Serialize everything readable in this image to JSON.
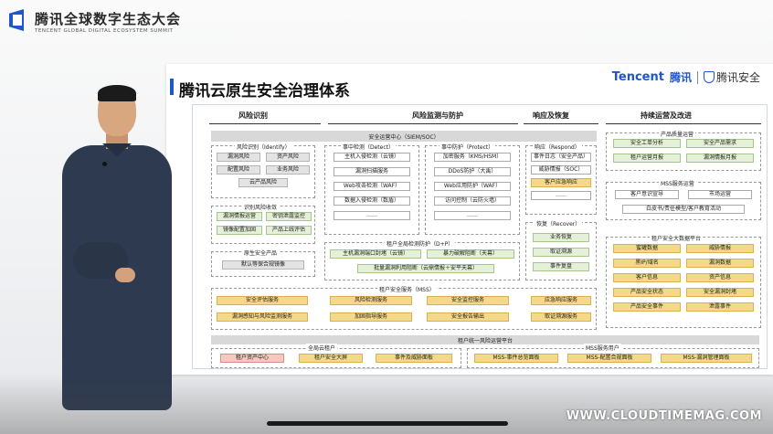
{
  "header": {
    "event_title": "腾讯全球数字生态大会",
    "event_subtitle": "TENCENT GLOBAL DIGITAL ECOSYSTEM SUMMIT"
  },
  "slide": {
    "title": "腾讯云原生安全治理体系",
    "brand_en": "Tencent",
    "brand_cn": "腾讯",
    "brand_security": "腾讯安全",
    "columns": [
      "风险识别",
      "风险监测与防护",
      "响应及恢复",
      "持续运营及改进"
    ],
    "soc": "安全运营中心（SIEM/SOC）",
    "identify": {
      "title": "风险识别（Identify）",
      "items": [
        "漏洞风险",
        "资产风险",
        "配置风险",
        "业务风险",
        "云产品风险"
      ],
      "converge_title": "识别风险收敛",
      "converge_items": [
        "漏洞情报运营",
        "密钥泄露监控",
        "镜像配置加固",
        "产品上线评估"
      ],
      "native_title": "原生安全产品",
      "native_item": "默认等保合规镜像"
    },
    "detect": {
      "title": "事中检测（Detect）",
      "items": [
        "主机入侵检测（云镜）",
        "漏洞扫描服务",
        "Web攻击检测（WAF）",
        "数据入侵检测（数盾）",
        "……"
      ]
    },
    "protect": {
      "title": "事中防护（Protect）",
      "items": [
        "加密服务（KMS/HSM）",
        "DDoS防护（大禹）",
        "Web应用防护（WAF）",
        "访问控制（云防火墙）",
        "……"
      ]
    },
    "respond": {
      "title": "响应（Respond）",
      "items": [
        "事件日志（安全产品）",
        "威胁情报（SOC）",
        "客户应急响应",
        "……"
      ]
    },
    "recover": {
      "title": "恢复（Recover）",
      "items": [
        "业务恢复",
        "取证溯源",
        "事件复盘"
      ]
    },
    "global_detect": {
      "title": "租户全局检测防护（D+P）",
      "items": [
        "主机漏洞端口封堵（云镜）",
        "暴力破解阻断（天幕）",
        "批量漏洞利用阻断（云鼎情报＋安平天幕）"
      ]
    },
    "mss": {
      "title": "租户安全服务（MSS）",
      "items": [
        "安全评估服务",
        "风险检测服务",
        "安全监控服务",
        "应急响应服务",
        "漏洞感知与风险监测服务",
        "加固指导服务",
        "安全报告输出",
        "取证溯源服务"
      ]
    },
    "platform": {
      "title": "租户统一风险运营平台",
      "global_title": "全局云租户",
      "global_items": [
        "租户资产中心",
        "租户安全大屏",
        "事件及威胁面板"
      ],
      "mss_title": "MSS服务用户",
      "mss_items": [
        "MSS-事件总览面板",
        "MSS-配置合规面板",
        "MSS-漏洞管理面板"
      ]
    },
    "ops": {
      "quality_title": "产品质量运营",
      "quality_items": [
        "安全工单分析",
        "安全产品需求",
        "租户运营月报",
        "漏洞情报月报"
      ],
      "mss_ops_title": "MSS服务运营",
      "mss_ops_items": [
        "客户意识宣导",
        "市场运营",
        "白皮书/责任模型/客户教育活动"
      ],
      "bigdata_title": "租户安全大数据平台",
      "bigdata_items": [
        "蜜罐数据",
        "威胁情报",
        "黑IP/域名",
        "漏洞数据",
        "客户信息",
        "资产信息",
        "产品安全状态",
        "安全漏洞封堵",
        "产品安全事件",
        "泄露事件"
      ]
    }
  },
  "watermark": "WWW.CLOUDTIMEMAG.COM",
  "colors": {
    "brand_blue": "#1f57c8",
    "yellow_box": "#f5d98a",
    "green_box": "#e4f0d8",
    "pink_box": "#f7c8c0"
  }
}
